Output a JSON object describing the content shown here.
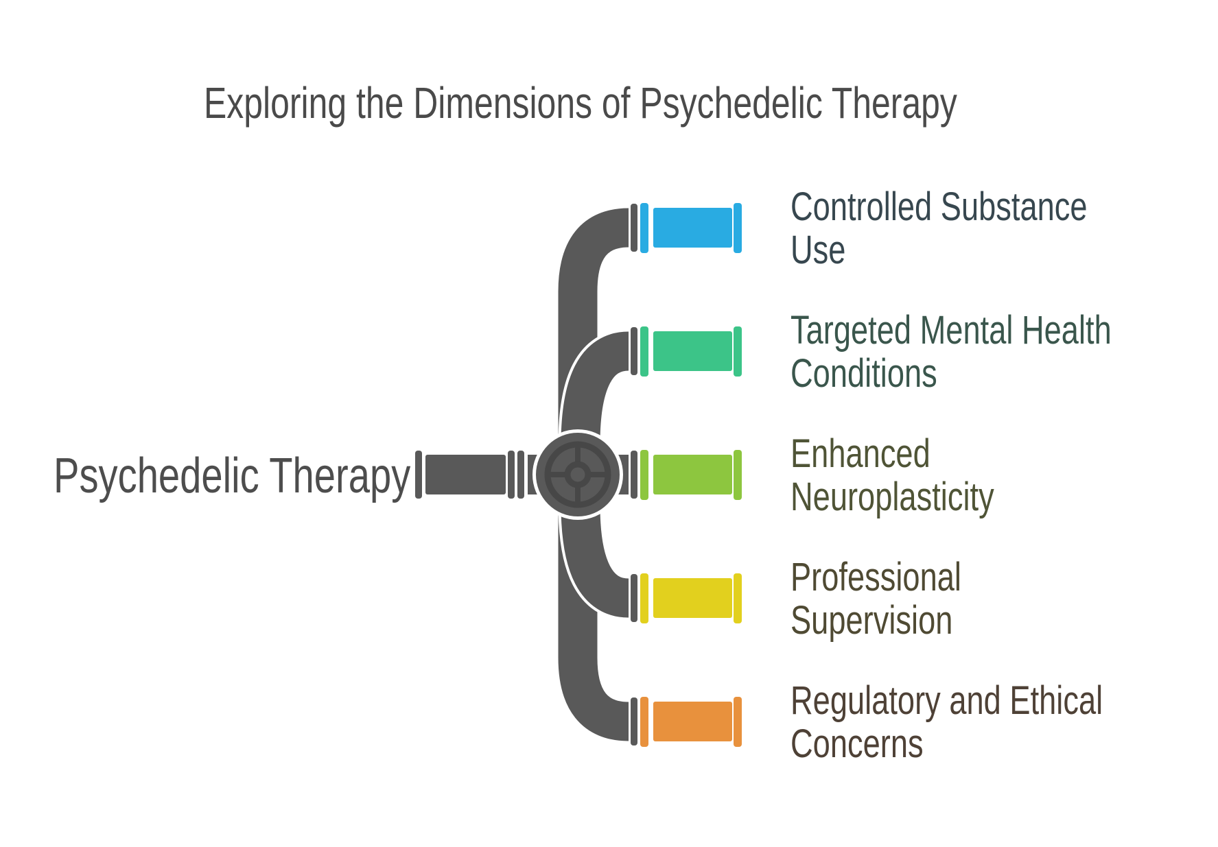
{
  "title": {
    "text": "Exploring the Dimensions of Psychedelic Therapy"
  },
  "root": {
    "label": "Psychedelic Therapy"
  },
  "colors": {
    "background": "#ffffff",
    "pipe": "#595959",
    "valve_detail": "#474747",
    "valve_ring_gap": "#ffffff",
    "title_text": "#4a4a4a",
    "root_text": "#4d4d4d"
  },
  "branches": [
    {
      "label": "Controlled Substance Use",
      "lines": [
        "Controlled Substance",
        "Use"
      ],
      "pipe_color": "#29ABE2",
      "text_color": "#37474F"
    },
    {
      "label": "Targeted Mental Health Conditions",
      "lines": [
        "Targeted Mental Health",
        "Conditions"
      ],
      "pipe_color": "#3CC488",
      "text_color": "#3A564C"
    },
    {
      "label": "Enhanced Neuroplasticity",
      "lines": [
        "Enhanced",
        "Neuroplasticity"
      ],
      "pipe_color": "#8DC63F",
      "text_color": "#4F5436"
    },
    {
      "label": "Professional Supervision",
      "lines": [
        "Professional",
        "Supervision"
      ],
      "pipe_color": "#E2D01E",
      "text_color": "#4F4A33"
    },
    {
      "label": "Regulatory and Ethical Concerns",
      "lines": [
        "Regulatory and Ethical",
        "Concerns"
      ],
      "pipe_color": "#E8913D",
      "text_color": "#4E4136"
    }
  ]
}
